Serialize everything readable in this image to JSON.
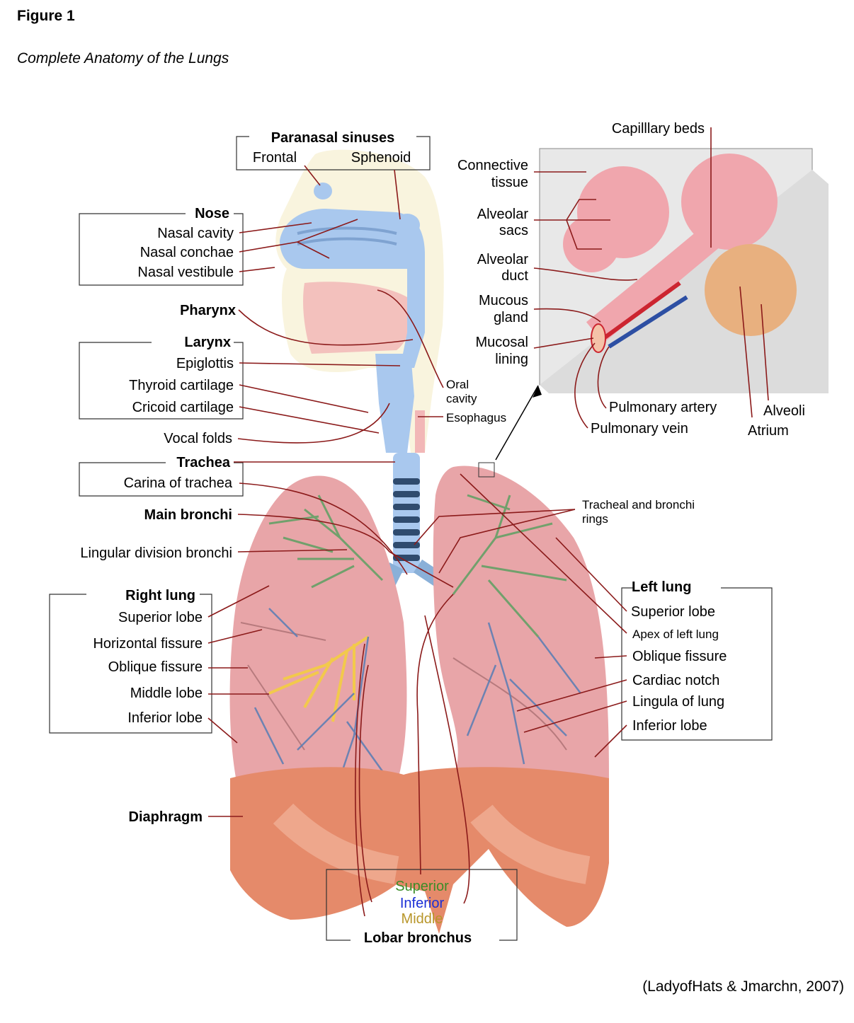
{
  "figure_number": "Figure 1",
  "figure_title": "Complete Anatomy of the Lungs",
  "citation": "(LadyofHats & Jmarchn, 2007)",
  "labels": {
    "paranasal_sinuses": "Paranasal sinuses",
    "frontal": "Frontal",
    "sphenoid": "Sphenoid",
    "nose": "Nose",
    "nasal_cavity": "Nasal cavity",
    "nasal_conchae": "Nasal conchae",
    "nasal_vestibule": "Nasal vestibule",
    "pharynx": "Pharynx",
    "larynx": "Larynx",
    "epiglottis": "Epiglottis",
    "thyroid_cartilage": "Thyroid cartilage",
    "cricoid_cartilage": "Cricoid cartilage",
    "vocal_folds": "Vocal folds",
    "trachea": "Trachea",
    "carina": "Carina of trachea",
    "main_bronchi": "Main bronchi",
    "lingular_division": "Lingular division bronchi",
    "right_lung": "Right lung",
    "r_superior_lobe": "Superior lobe",
    "r_horizontal_fissure": "Horizontal fissure",
    "r_oblique_fissure": "Oblique fissure",
    "r_middle_lobe": "Middle lobe",
    "r_inferior_lobe": "Inferior lobe",
    "diaphragm": "Diaphragm",
    "oral_cavity_1": "Oral",
    "oral_cavity_2": "cavity",
    "esophagus": "Esophagus",
    "tracheal_rings_1": "Tracheal and bronchi",
    "tracheal_rings_2": "rings",
    "left_lung": "Left lung",
    "l_superior_lobe": "Superior lobe",
    "apex_left_lung": "Apex of left lung",
    "l_oblique_fissure": "Oblique fissure",
    "cardiac_notch": "Cardiac notch",
    "lingula": "Lingula of lung",
    "l_inferior_lobe": "Inferior lobe",
    "capillary_beds": "Capilllary beds",
    "connective_tissue_1": "Connective",
    "connective_tissue_2": "tissue",
    "alveolar_sacs_1": "Alveolar",
    "alveolar_sacs_2": "sacs",
    "alveolar_duct_1": "Alveolar",
    "alveolar_duct_2": "duct",
    "mucous_gland_1": "Mucous",
    "mucous_gland_2": "gland",
    "mucosal_lining_1": "Mucosal",
    "mucosal_lining_2": "lining",
    "pulmonary_artery": "Pulmonary artery",
    "pulmonary_vein": "Pulmonary vein",
    "alveoli": "Alveoli",
    "atrium": "Atrium",
    "lobar_superior": "Superior",
    "lobar_inferior": "Inferior",
    "lobar_middle": "Middle",
    "lobar_bronchus": "Lobar bronchus"
  },
  "colors": {
    "superior": "#3c8c28",
    "inferior": "#1a2fd6",
    "middle": "#b8962a",
    "lung": "#e8a5a8",
    "diaphragm": "#e58a6a",
    "airway": "#a9c8ee",
    "leader": "#8b1a1a"
  }
}
